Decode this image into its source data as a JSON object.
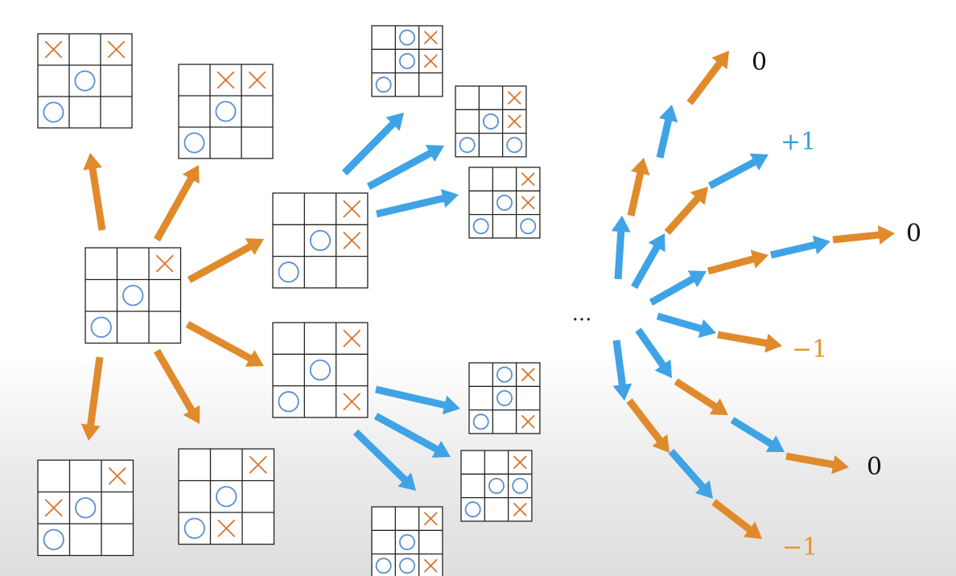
{
  "colors": {
    "player_x": "#e08a2c",
    "player_o": "#3fa3e6",
    "x_mark": "#d9732a",
    "o_mark": "#5a8fd0",
    "grid_line": "#222222",
    "score_neutral": "#111111",
    "score_win": "#3aa0d8",
    "score_loss": "#e0962a"
  },
  "ellipsis": "...",
  "boards": [
    {
      "id": "root",
      "cells": [
        "",
        "",
        "X",
        "",
        "O",
        "",
        "O",
        "",
        ""
      ]
    },
    {
      "id": "child-a",
      "cells": [
        "X",
        "",
        "X",
        "",
        "O",
        "",
        "O",
        "",
        ""
      ]
    },
    {
      "id": "child-b",
      "cells": [
        "",
        "X",
        "X",
        "",
        "O",
        "",
        "O",
        "",
        ""
      ]
    },
    {
      "id": "child-c",
      "cells": [
        "",
        "",
        "X",
        "",
        "O",
        "X",
        "O",
        "",
        ""
      ]
    },
    {
      "id": "child-d",
      "cells": [
        "",
        "",
        "X",
        "",
        "O",
        "",
        "O",
        "",
        "X"
      ]
    },
    {
      "id": "child-e",
      "cells": [
        "",
        "",
        "X",
        "X",
        "O",
        "",
        "O",
        "",
        ""
      ]
    },
    {
      "id": "child-f",
      "cells": [
        "",
        "",
        "X",
        "",
        "O",
        "",
        "O",
        "X",
        ""
      ]
    },
    {
      "id": "grandchild-c1",
      "cells": [
        "",
        "O",
        "X",
        "",
        "O",
        "X",
        "O",
        "",
        ""
      ]
    },
    {
      "id": "grandchild-c2",
      "cells": [
        "",
        "",
        "X",
        "",
        "O",
        "X",
        "O",
        "",
        "O"
      ]
    },
    {
      "id": "grandchild-c3",
      "cells": [
        "",
        "",
        "X",
        "",
        "O",
        "X",
        "O",
        "",
        "O"
      ]
    },
    {
      "id": "grandchild-d1",
      "cells": [
        "",
        "O",
        "X",
        "",
        "O",
        "",
        "O",
        "",
        "X"
      ]
    },
    {
      "id": "grandchild-d2",
      "cells": [
        "",
        "",
        "X",
        "",
        "O",
        "O",
        "O",
        "",
        "X"
      ]
    },
    {
      "id": "grandchild-d3",
      "cells": [
        "",
        "",
        "X",
        "",
        "O",
        "",
        "O",
        "O",
        "X"
      ]
    }
  ],
  "scores": [
    {
      "id": "score-1",
      "text": "0",
      "kind": "neutral"
    },
    {
      "id": "score-2",
      "text": "+1",
      "kind": "win"
    },
    {
      "id": "score-3",
      "text": "0",
      "kind": "neutral"
    },
    {
      "id": "score-4",
      "text": "−1",
      "kind": "loss"
    },
    {
      "id": "score-5",
      "text": "0",
      "kind": "neutral"
    },
    {
      "id": "score-6",
      "text": "−1",
      "kind": "loss"
    }
  ]
}
